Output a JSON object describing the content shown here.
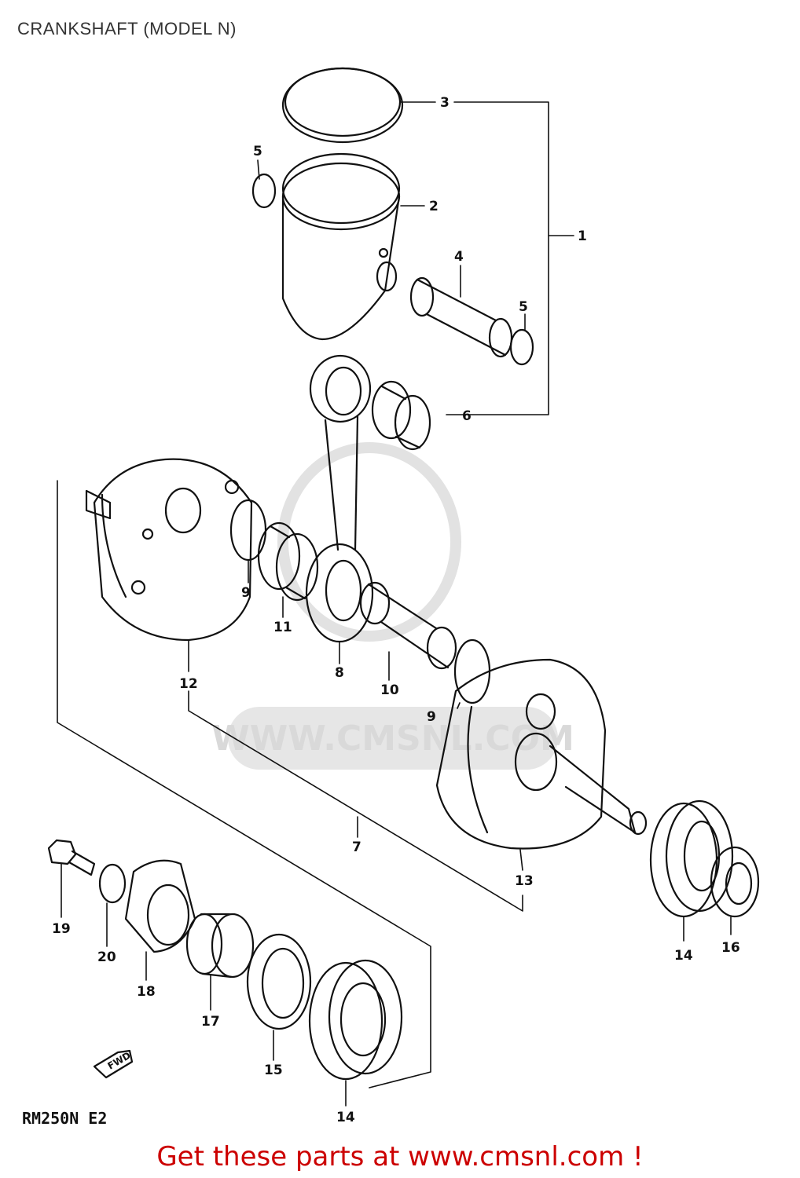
{
  "diagram": {
    "title": "CRANKSHAFT (MODEL N)",
    "model_code": "RM250N E2",
    "watermark": "WWW.CMSNL.COM",
    "fwd_label": "FWD",
    "footer": "Get these parts at www.cmsnl.com !",
    "callouts": [
      "1",
      "2",
      "3",
      "4",
      "5",
      "5",
      "6",
      "7",
      "8",
      "9",
      "9",
      "10",
      "11",
      "12",
      "13",
      "14",
      "14",
      "15",
      "16",
      "17",
      "18",
      "19",
      "20"
    ]
  }
}
